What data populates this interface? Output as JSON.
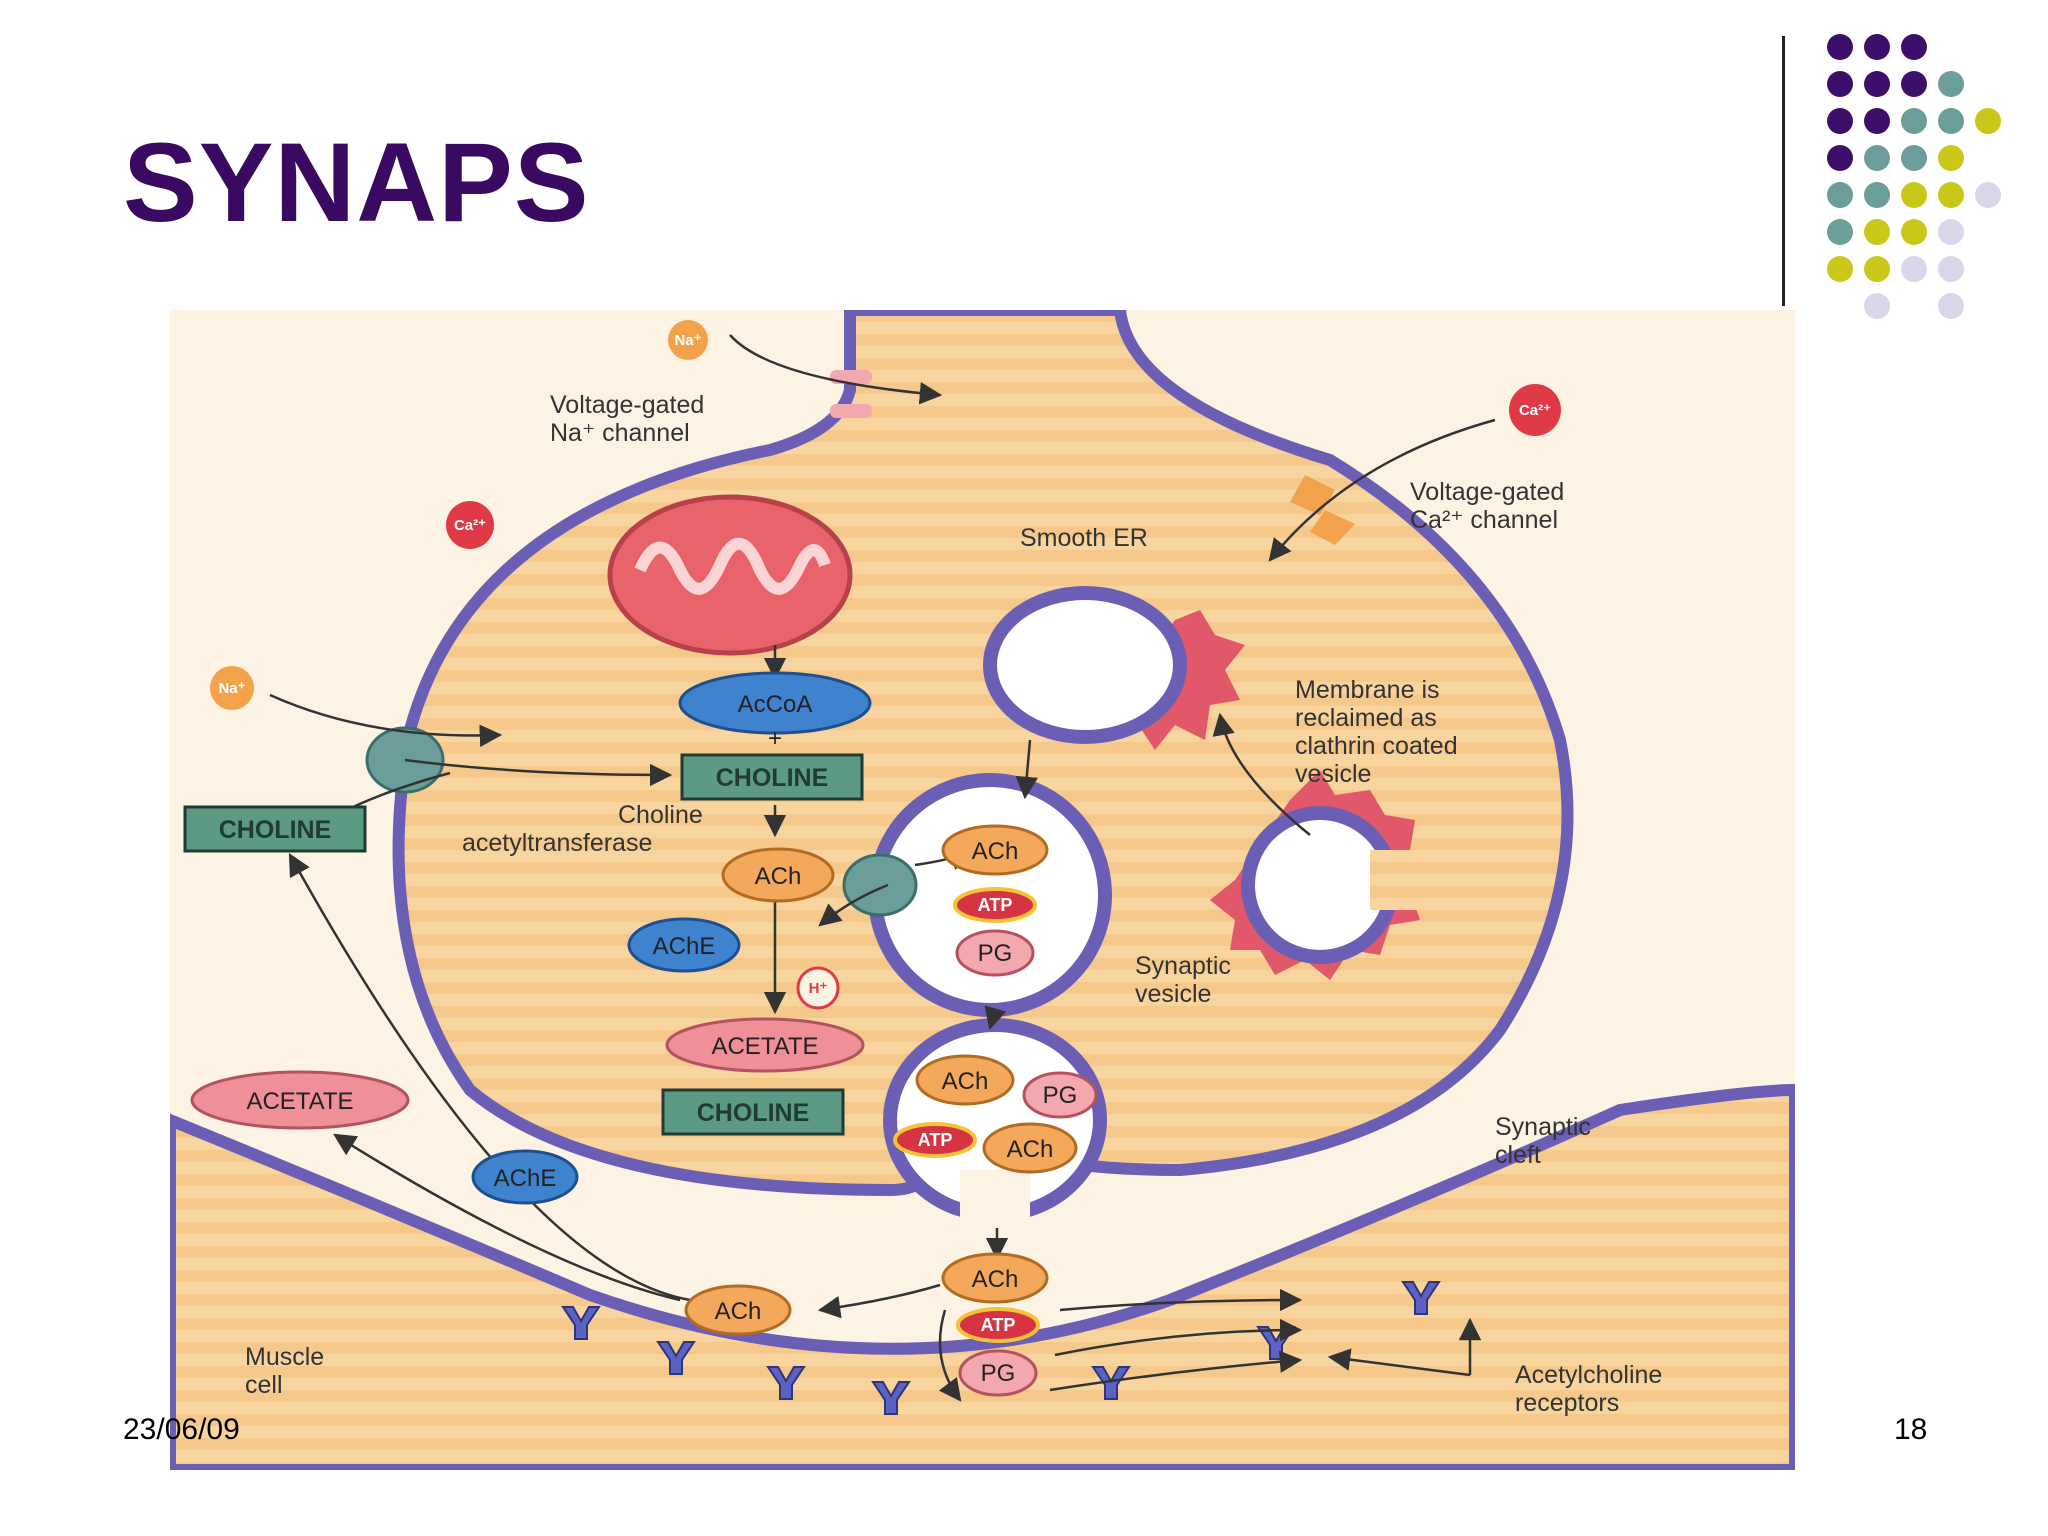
{
  "slide": {
    "title": "SYNAPS",
    "date": "23/06/09",
    "page_number": "18"
  },
  "colors": {
    "title": "#3a0a63",
    "dot_purple": "#3c0f6b",
    "dot_teal": "#6b9e9a",
    "dot_olive": "#c9c71a",
    "dot_lavender": "#dad6ea",
    "cytoplasm": "#f8d49e",
    "membrane": "#6b5fb5",
    "mitochondrion": "#e8636a",
    "choline_box": "#5d9a84",
    "ach": "#f3a85b",
    "ache": "#3f83cf",
    "acetate": "#ef8f98",
    "ion_red": "#e03a46",
    "ion_orange": "#f2a24b"
  },
  "diagram": {
    "ions": {
      "na": "Na⁺",
      "ca": "Ca²⁺",
      "h": "H⁺"
    },
    "labels": {
      "voltage_na_1": "Voltage-gated",
      "voltage_na_2": "Na⁺ channel",
      "voltage_ca_1": "Voltage-gated",
      "voltage_ca_2": "Ca²⁺ channel",
      "smooth_er": "Smooth ER",
      "membrane_1": "Membrane is",
      "membrane_2": "reclaimed as",
      "membrane_3": "clathrin coated",
      "membrane_4": "vesicle",
      "cat_1": "Choline",
      "cat_2": "acetyltransferase",
      "synaptic_vesicle_1": "Synaptic",
      "synaptic_vesicle_2": "vesicle",
      "synaptic_cleft_1": "Synaptic",
      "synaptic_cleft_2": "cleft",
      "muscle_1": "Muscle",
      "muscle_2": "cell",
      "receptors_1": "Acetylcholine",
      "receptors_2": "receptors",
      "plus": "+"
    },
    "molecules": {
      "accoa": "AcCoA",
      "choline": "CHOLINE",
      "ach": "ACh",
      "ache": "AChE",
      "acetate": "ACETATE",
      "atp": "ATP",
      "pg": "PG"
    }
  }
}
